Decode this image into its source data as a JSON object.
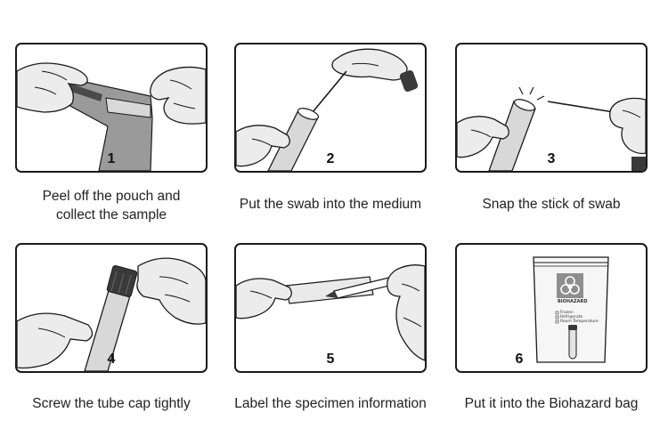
{
  "steps": [
    {
      "number": "1",
      "caption_line1": "Peel off the pouch and",
      "caption_line2": "collect the sample"
    },
    {
      "number": "2",
      "caption_line1": "Put the swab into the medium",
      "caption_line2": ""
    },
    {
      "number": "3",
      "caption_line1": "Snap the stick of swab",
      "caption_line2": ""
    },
    {
      "number": "4",
      "caption_line1": "Screw the tube cap tightly",
      "caption_line2": ""
    },
    {
      "number": "5",
      "caption_line1": "Label the specimen information",
      "caption_line2": ""
    },
    {
      "number": "6",
      "caption_line1": "Put it into the Biohazard bag",
      "caption_line2": ""
    }
  ],
  "bag": {
    "label": "BIOHAZARD",
    "checkbox_lines": [
      "Frozen",
      "Refrigerate",
      "Room Temperature"
    ]
  },
  "colors": {
    "glove": "#ececec",
    "outline": "#1a1a1a",
    "pouch": "#9a9a9a",
    "tube_cap": "#3a3a3a",
    "bag_symbol_bg": "#8e8e8e"
  }
}
